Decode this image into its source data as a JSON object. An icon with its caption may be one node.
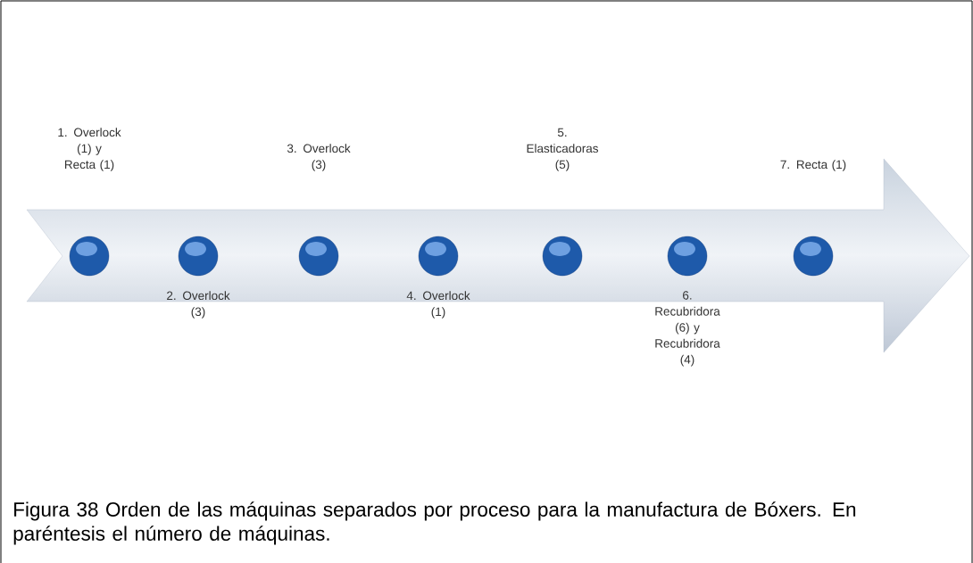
{
  "diagram": {
    "caption": "Figura 38 Orden de las máquinas separados por proceso para la manufactura de Bóxers. En paréntesis el número de máquinas.",
    "nodes": [
      {
        "text": [],
        "shape": "circle"
      },
      {
        "text": [],
        "shape": "circle"
      },
      {
        "text": [],
        "shape": "circle"
      },
      {
        "text": [],
        "shape": "circle"
      },
      {
        "text": [],
        "shape": "circle"
      },
      {
        "text": [],
        "shape": "circle"
      },
      {
        "text": [],
        "shape": "circle"
      }
    ],
    "labels": [
      "1. Overlock (1) y Recta (1)",
      "2. Overlock (3)",
      "3. Overlock (3)",
      "4. Overlock (1)",
      "5. Elasticadoras (5)",
      "6. Recubridora (6) y Recubridora (4)",
      "7. Recta (1)"
    ]
  }
}
